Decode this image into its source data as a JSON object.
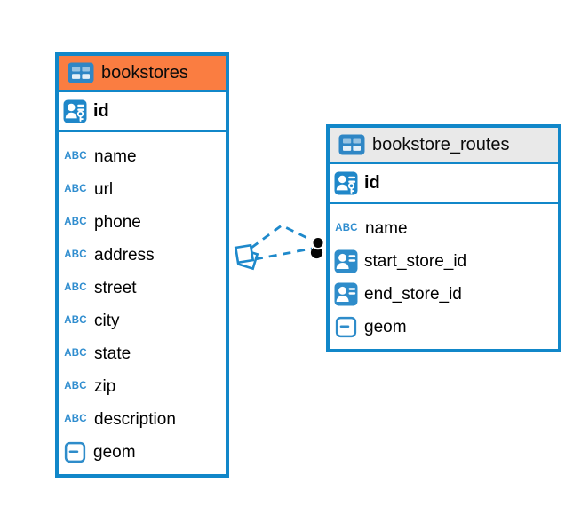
{
  "diagram": {
    "colors": {
      "accent_blue": "#1187c9",
      "icon_blue": "#2e8cca",
      "selected_header_orange": "#fa7d41",
      "header_gray": "#e9e9e9",
      "relationship_line_blue": "#1e89cb",
      "background": "#ffffff"
    },
    "icons": {
      "text_type_label": "ABC"
    },
    "tables": [
      {
        "name": "bookstores",
        "header_color": "#fa7d41",
        "primary_key": {
          "name": "id"
        },
        "fields": [
          {
            "name": "name",
            "type": "text"
          },
          {
            "name": "url",
            "type": "text"
          },
          {
            "name": "phone",
            "type": "text"
          },
          {
            "name": "address",
            "type": "text"
          },
          {
            "name": "street",
            "type": "text"
          },
          {
            "name": "city",
            "type": "text"
          },
          {
            "name": "state",
            "type": "text"
          },
          {
            "name": "zip",
            "type": "text"
          },
          {
            "name": "description",
            "type": "text"
          },
          {
            "name": "geom",
            "type": "geometry"
          }
        ]
      },
      {
        "name": "bookstore_routes",
        "header_color": "#e9e9e9",
        "primary_key": {
          "name": "id"
        },
        "fields": [
          {
            "name": "name",
            "type": "text"
          },
          {
            "name": "start_store_id",
            "type": "reference"
          },
          {
            "name": "end_store_id",
            "type": "reference"
          },
          {
            "name": "geom",
            "type": "geometry"
          }
        ]
      }
    ],
    "relationships": [
      {
        "from_table": "bookstores",
        "to_table": "bookstore_routes",
        "style": "dashed"
      },
      {
        "from_table": "bookstores",
        "to_table": "bookstore_routes",
        "style": "dashed"
      }
    ]
  }
}
